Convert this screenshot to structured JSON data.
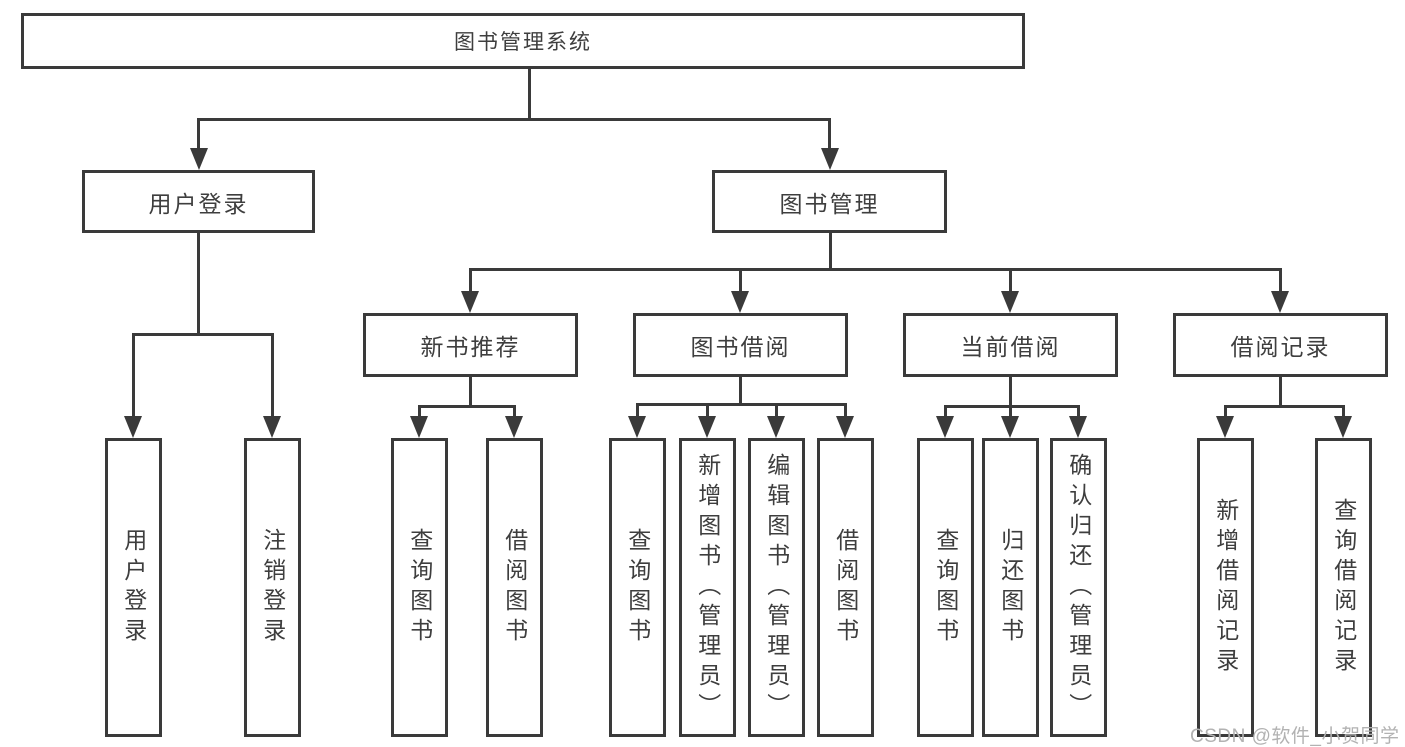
{
  "tree": {
    "root": {
      "label": "图书管理系统",
      "children": [
        {
          "label": "用户登录",
          "children": [
            {
              "label": "用户登录"
            },
            {
              "label": "注销登录"
            }
          ]
        },
        {
          "label": "图书管理",
          "children": [
            {
              "label": "新书推荐",
              "children": [
                {
                  "label": "查询图书"
                },
                {
                  "label": "借阅图书"
                }
              ]
            },
            {
              "label": "图书借阅",
              "children": [
                {
                  "label": "查询图书"
                },
                {
                  "label": "新增图书（管理员）"
                },
                {
                  "label": "编辑图书（管理员）"
                },
                {
                  "label": "借阅图书"
                }
              ]
            },
            {
              "label": "当前借阅",
              "children": [
                {
                  "label": "查询图书"
                },
                {
                  "label": "归还图书"
                },
                {
                  "label": "确认归还（管理员）"
                }
              ]
            },
            {
              "label": "借阅记录",
              "children": [
                {
                  "label": "新增借阅记录"
                },
                {
                  "label": "查询借阅记录"
                }
              ]
            }
          ]
        }
      ]
    }
  },
  "watermark": {
    "text": "CSDN @软件_小贺同学"
  },
  "colors": {
    "line": "#3a3a3a",
    "text": "#3e3e3e",
    "box_fill": "#ffffff",
    "watermark": "#b2b2b2",
    "background": "#ffffff"
  }
}
